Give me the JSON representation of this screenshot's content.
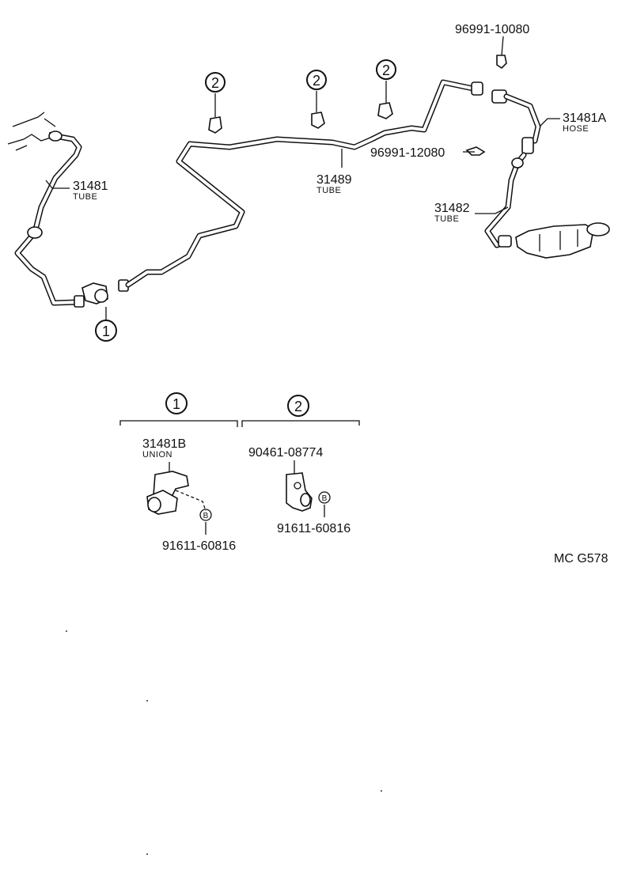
{
  "parts": {
    "tube_31481": {
      "number": "31481",
      "desc": "TUBE"
    },
    "hose_31481a": {
      "number": "31481A",
      "desc": "HOSE"
    },
    "tube_31482": {
      "number": "31482",
      "desc": "TUBE"
    },
    "tube_31489": {
      "number": "31489",
      "desc": "TUBE"
    },
    "clip_96991_10080": {
      "number": "96991-10080"
    },
    "clip_96991_12080": {
      "number": "96991-12080"
    }
  },
  "callouts": {
    "ref_1": "1",
    "ref_2": "2"
  },
  "details": {
    "group_1": {
      "ref": "1",
      "union": {
        "number": "31481B",
        "desc": "UNION"
      },
      "bolt": {
        "number": "91611-60816",
        "mark": "B"
      }
    },
    "group_2": {
      "ref": "2",
      "clamp": {
        "number": "90461-08774"
      },
      "bolt": {
        "number": "91611-60816",
        "mark": "B"
      }
    }
  },
  "drawing_code": "MC G578"
}
